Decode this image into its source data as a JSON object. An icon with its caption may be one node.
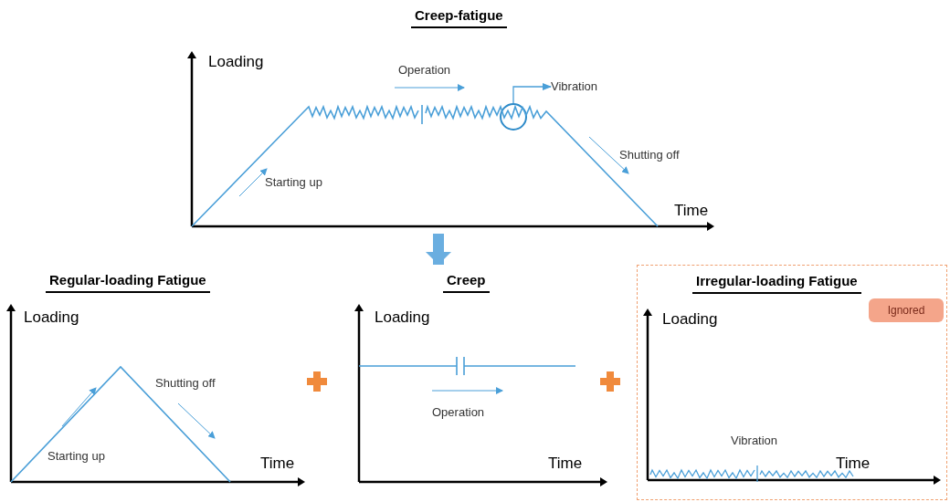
{
  "diagram": {
    "nodes": [
      {
        "text": [
          "Creep-fatigue"
        ]
      },
      {
        "text": [],
        "shape": "circle",
        "in": 0
      },
      {
        "text": [
          "Vibration"
        ],
        "in": 0
      },
      {
        "text": [
          "Regular-loading Fatigue"
        ]
      },
      {
        "text": [
          "Creep"
        ]
      },
      {
        "text": [
          "Irregular-loading Fatigue"
        ]
      },
      {
        "text": [
          "Ignored"
        ],
        "in": 5
      }
    ],
    "edges": [
      {
        "from": 1,
        "to": 2,
        "arrow": "to"
      },
      {
        "from": 0,
        "to": 4,
        "arrow": "to",
        "style": "thick"
      }
    ],
    "labels": [
      "Loading",
      "Operation",
      "Starting up",
      "Shutting off",
      "Time",
      "Loading",
      "Shutting off",
      "Starting up",
      "Time",
      "Loading",
      "Operation",
      "Time",
      "Loading",
      "Vibration",
      "Time"
    ]
  }
}
